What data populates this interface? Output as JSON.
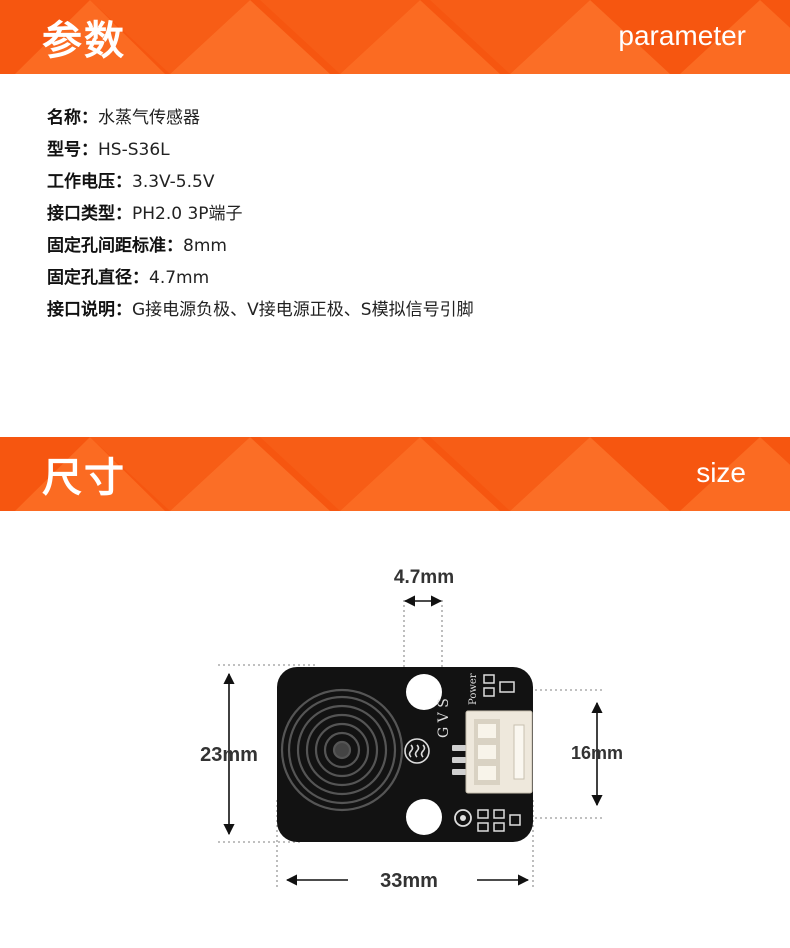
{
  "sections": {
    "params": {
      "title_cn": "参数",
      "title_en": "parameter"
    },
    "size": {
      "title_cn": "尺寸",
      "title_en": "size"
    }
  },
  "params": [
    {
      "label": "名称：",
      "value": "水蒸气传感器"
    },
    {
      "label": "型号：",
      "value": "HS-S36L"
    },
    {
      "label": "工作电压：",
      "value": "3.3V-5.5V"
    },
    {
      "label": "接口类型：",
      "value": "PH2.0 3P端子"
    },
    {
      "label": "固定孔间距标准：",
      "value": "8mm"
    },
    {
      "label": "固定孔直径：",
      "value": "4.7mm"
    },
    {
      "label": "接口说明：",
      "value": "G接电源负极、V接电源正极、S模拟信号引脚"
    }
  ],
  "dimensions": {
    "hole": "4.7mm",
    "height": "23mm",
    "hole_spacing": "16mm",
    "width": "33mm"
  },
  "board": {
    "silk_power": "Power",
    "pin_labels": "G V S"
  },
  "colors": {
    "banner": "#f65610",
    "banner_pattern": "#fb7e3a",
    "pcb": "#121212"
  }
}
